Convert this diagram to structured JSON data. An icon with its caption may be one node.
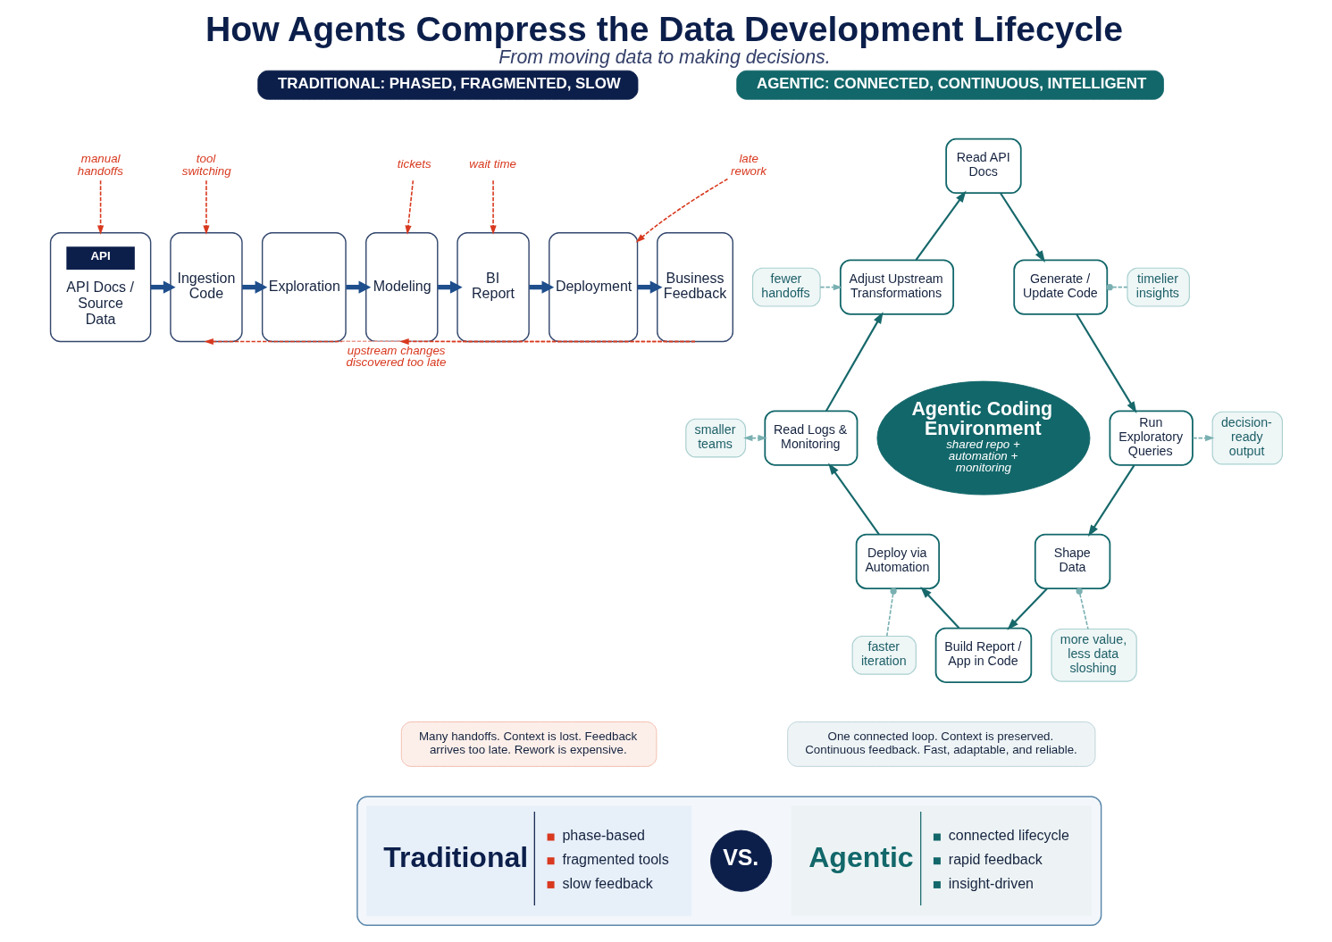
{
  "diagram": {
    "title": "How Agents Compress the Data Development Lifecycle",
    "caption": "From moving data to making decisions.",
    "nodes": [
      {
        "text": [
          "TRADITIONAL: PHASED, FRAGMENTED, SLOW"
        ]
      },
      {
        "text": [
          "manual handoffs"
        ]
      },
      {
        "text": [
          "tool switching"
        ]
      },
      {
        "text": [
          "tickets"
        ]
      },
      {
        "text": [
          "wait time"
        ]
      },
      {
        "text": [
          "late rework"
        ]
      },
      {
        "text": [
          "API",
          "API Docs / Source Data"
        ]
      },
      {
        "text": [
          "Ingestion Code"
        ]
      },
      {
        "text": [
          "Exploration"
        ]
      },
      {
        "text": [
          "Modeling"
        ]
      },
      {
        "text": [
          "BI Report"
        ]
      },
      {
        "text": [
          "Deployment"
        ]
      },
      {
        "text": [
          "Business Feedback"
        ]
      },
      {
        "text": [
          "Many handoffs. Context is lost. Feedback arrives too late. Rework is expensive."
        ]
      },
      {
        "text": [
          "AGENTIC: CONNECTED, CONTINUOUS, INTELLIGENT"
        ]
      },
      {
        "text": [
          "Read API Docs"
        ]
      },
      {
        "text": [
          "fewer handoffs"
        ]
      },
      {
        "text": [
          "Adjust Upstream Transformations"
        ]
      },
      {
        "text": [
          "Generate / Update Code"
        ]
      },
      {
        "text": [
          "timelier insights"
        ]
      },
      {
        "text": [
          "smaller teams"
        ]
      },
      {
        "text": [
          "Read Logs & Monitoring"
        ]
      },
      {
        "text": [
          "Agentic Coding Environment",
          "shared repo + automation + monitoring"
        ]
      },
      {
        "text": [
          "Run Exploratory Queries"
        ]
      },
      {
        "text": [
          "decision-ready output"
        ]
      },
      {
        "text": [
          "Deploy via Automation"
        ]
      },
      {
        "text": [
          "Shape Data"
        ]
      },
      {
        "text": [
          "faster iteration"
        ]
      },
      {
        "text": [
          "Build Report / App in Code"
        ]
      },
      {
        "text": [
          "more value, less data sloshing"
        ]
      },
      {
        "text": [
          "One connected loop. Context is preserved. Continuous feedback. Fast, adaptable, and reliable."
        ]
      },
      {
        "text": [],
        "shape": "box"
      },
      {
        "text": [
          "Traditional",
          "phase-based",
          "fragmented tools",
          "slow feedback"
        ],
        "in": 31
      },
      {
        "text": [
          "VS."
        ],
        "in": 31
      },
      {
        "text": [
          "Agentic",
          "connected lifecycle",
          "rapid feedback",
          "insight-driven"
        ],
        "in": 31
      }
    ],
    "edges": [
      {
        "from": 1,
        "to": 6,
        "arrow": "to",
        "style": "dashed",
        "color": "#d8391f"
      },
      {
        "from": 2,
        "to": 7,
        "arrow": "to",
        "style": "dashed",
        "color": "#d8391f"
      },
      {
        "from": 3,
        "to": 9,
        "arrow": "to",
        "style": "dashed",
        "color": "#d8391f"
      },
      {
        "from": 4,
        "to": 10,
        "arrow": "to",
        "style": "dashed",
        "color": "#d8391f"
      },
      {
        "from": 5,
        "to": 11,
        "arrow": "to",
        "style": "dashed",
        "color": "#d8391f"
      },
      {
        "from": 6,
        "to": 7,
        "arrow": "to",
        "style": "thick",
        "color": "#1f4e8c"
      },
      {
        "from": 7,
        "to": 8,
        "arrow": "to",
        "style": "thick",
        "color": "#1f4e8c"
      },
      {
        "from": 8,
        "to": 9,
        "arrow": "to",
        "style": "thick",
        "color": "#1f4e8c"
      },
      {
        "from": 9,
        "to": 10,
        "arrow": "to",
        "style": "thick",
        "color": "#1f4e8c"
      },
      {
        "from": 10,
        "to": 11,
        "arrow": "to",
        "style": "thick",
        "color": "#1f4e8c"
      },
      {
        "from": 11,
        "to": 12,
        "arrow": "to",
        "style": "thick",
        "color": "#1f4e8c"
      },
      {
        "from": 12,
        "to": 9,
        "arrow": "to",
        "style": "dashed",
        "color": "#d8391f"
      },
      {
        "from": 12,
        "to": 7,
        "arrow": "to",
        "style": "dashed",
        "color": "#d8391f",
        "label": "upstream changes discovered too late"
      },
      {
        "from": 15,
        "to": 18,
        "arrow": "to"
      },
      {
        "from": 18,
        "to": 23,
        "arrow": "to"
      },
      {
        "from": 23,
        "to": 26,
        "arrow": "to"
      },
      {
        "from": 26,
        "to": 28,
        "arrow": "to"
      },
      {
        "from": 28,
        "to": 25,
        "arrow": "to"
      },
      {
        "from": 25,
        "to": 21,
        "arrow": "to"
      },
      {
        "from": 21,
        "to": 17,
        "arrow": "to"
      },
      {
        "from": 17,
        "to": 15,
        "arrow": "to"
      },
      {
        "from": 16,
        "to": 17,
        "arrow": "to",
        "style": "dashed",
        "color": "#7ab0b2"
      },
      {
        "from": 18,
        "to": 19,
        "arrow": "other",
        "style": "dashed",
        "color": "#7ab0b2"
      },
      {
        "from": 20,
        "to": 21,
        "arrow": "both",
        "style": "dashed",
        "color": "#7ab0b2"
      },
      {
        "from": 23,
        "to": 24,
        "arrow": "to",
        "style": "dashed",
        "color": "#7ab0b2"
      },
      {
        "from": 25,
        "to": 27,
        "arrow": "other",
        "style": "dashed",
        "color": "#7ab0b2"
      },
      {
        "from": 26,
        "to": 29,
        "arrow": "other",
        "style": "dashed",
        "color": "#7ab0b2"
      }
    ]
  }
}
